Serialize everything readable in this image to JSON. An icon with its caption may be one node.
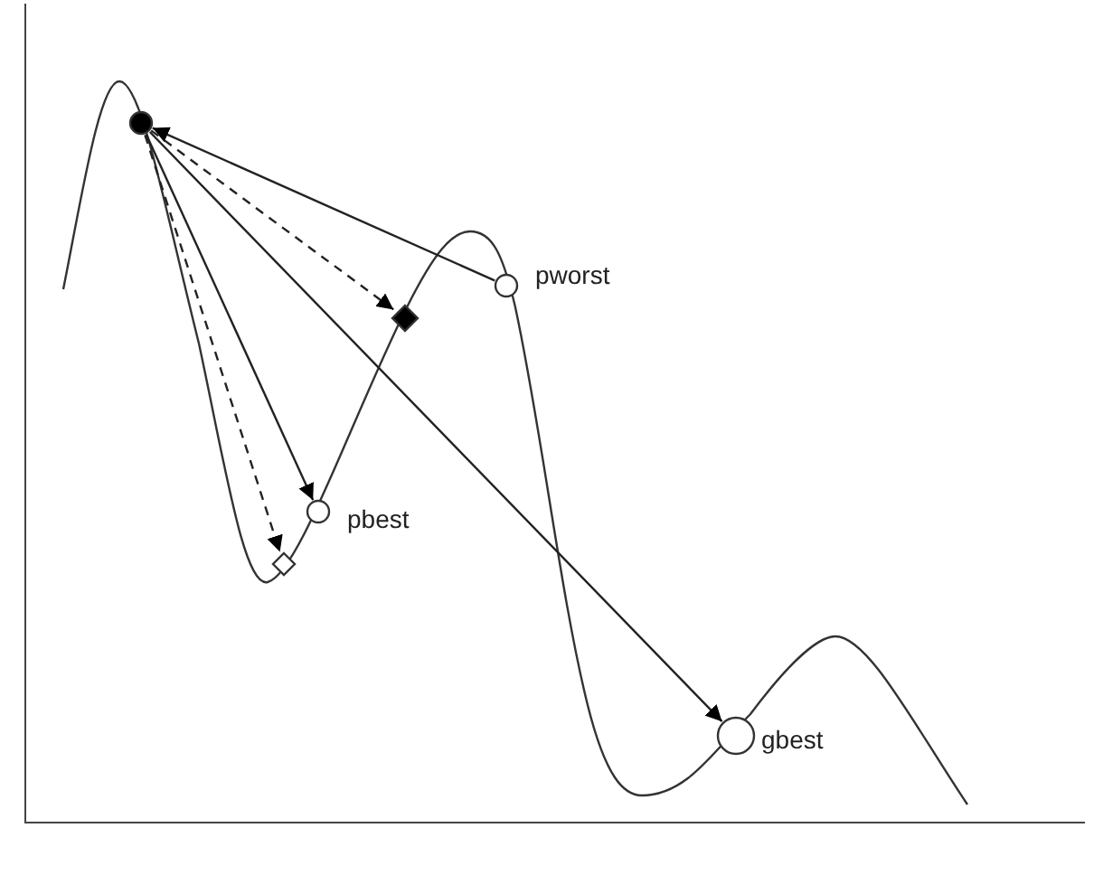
{
  "diagram": {
    "nodes": [
      {
        "text": [],
        "shape": "circle"
      },
      {
        "text": [],
        "shape": "circle",
        "beside": [
          "pworst"
        ]
      },
      {
        "text": [],
        "shape": "diamond"
      },
      {
        "text": [],
        "shape": "circle",
        "beside": [
          "pbest"
        ]
      },
      {
        "text": [],
        "shape": "diamond"
      },
      {
        "text": [],
        "shape": "circle",
        "beside": [
          "gbest"
        ]
      }
    ],
    "edges": [
      {
        "from": 1,
        "to": 0,
        "arrow": "to"
      },
      {
        "from": 0,
        "to": 2,
        "arrow": "to",
        "style": "dashed"
      },
      {
        "from": 0,
        "to": 3,
        "arrow": "to"
      },
      {
        "from": 0,
        "to": 4,
        "arrow": "to",
        "style": "dashed"
      },
      {
        "from": 0,
        "to": 5,
        "arrow": "to"
      }
    ]
  }
}
